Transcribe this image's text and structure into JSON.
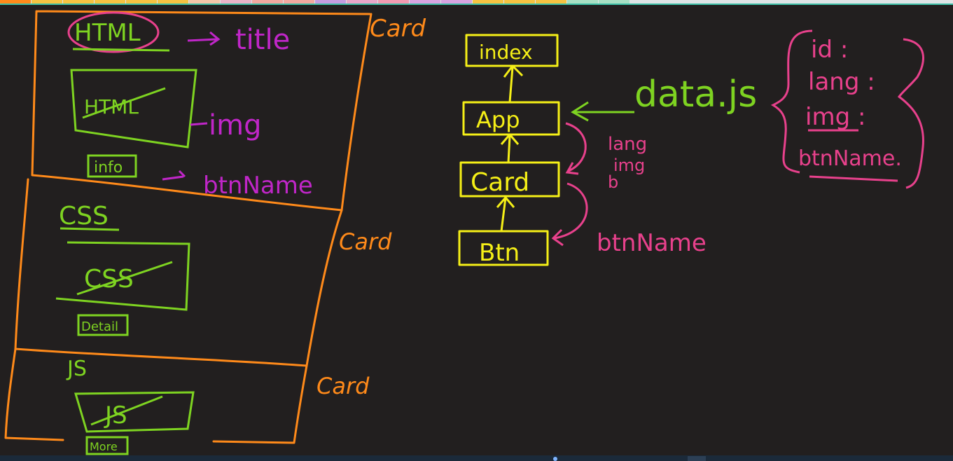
{
  "colors": {
    "background": "#221f1f",
    "orange": "#ff8a1a",
    "green": "#7ed321",
    "pink": "#e8418c",
    "magenta": "#c026c8",
    "yellow": "#f5ef17",
    "taskbar": "#1b2a3a"
  },
  "tab_colors": [
    "#ff8a1a",
    "#f5c342",
    "#f5c342",
    "#f5c342",
    "#f5c342",
    "#f5c342",
    "#f2c6a8",
    "#e9b3c8",
    "#f3a9a0",
    "#f3a9a0",
    "#c59de0",
    "#e9a7c9",
    "#f19ab0",
    "#d8a4e0",
    "#d8a4e0",
    "#f5c342",
    "#f5c342",
    "#f5c342",
    "#a8e0c4",
    "#a8e0c4"
  ],
  "left_cards": {
    "html": {
      "title": "HTML",
      "title_note": "title",
      "image_label": "HTML",
      "image_note": "img",
      "button_label": "info",
      "button_note": "btnName",
      "card_label": "Card"
    },
    "css": {
      "title": "CSS",
      "image_label": "CSS",
      "button_label": "Detail",
      "card_label": "Card"
    },
    "js": {
      "title": "JS",
      "image_label": "JS",
      "button_label": "More",
      "card_label": "Card"
    }
  },
  "tree": {
    "index": "index",
    "app": "App",
    "card": "Card",
    "btn": "Btn",
    "props_app_to_card": [
      "lang",
      "img",
      "b"
    ],
    "prop_card_to_btn": "btnName"
  },
  "data_file": {
    "name": "data.js",
    "fields": [
      "id :",
      "lang :",
      "img :",
      "btnName."
    ]
  }
}
